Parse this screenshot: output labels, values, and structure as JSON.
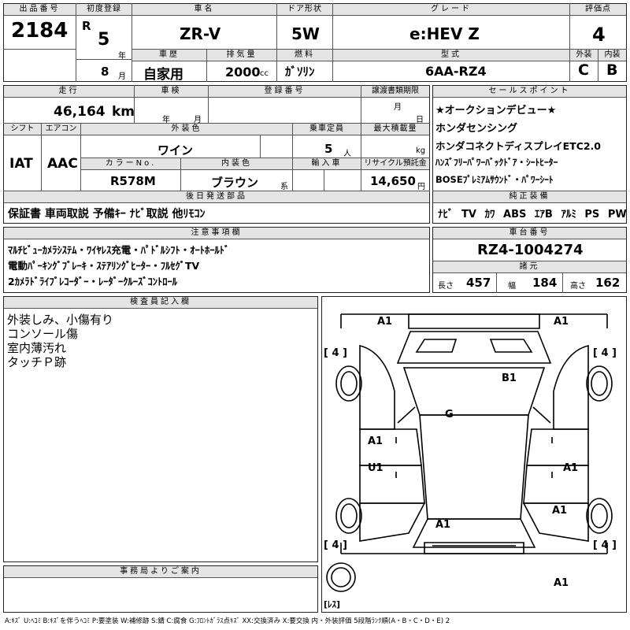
{
  "header": {
    "lot_label": "出品番号",
    "lot_no": "2184",
    "first_reg_label": "初度登録",
    "era": "R",
    "year": "5",
    "year_unit": "年",
    "month": "8",
    "month_unit": "月",
    "car_name_label": "車名",
    "car_name": "ZR-V",
    "history_label": "車歴",
    "history": "自家用",
    "displacement_label": "排気量",
    "displacement": "2000",
    "displacement_unit": "cc",
    "door_label": "ドア形状",
    "door": "5W",
    "fuel_label": "燃料",
    "fuel": "ｶﾞｿﾘﾝ",
    "grade_label": "グレード",
    "grade": "e:HEV Z",
    "model_label": "型式",
    "model": "6AA-RZ4",
    "score_label": "評価点",
    "score": "4",
    "ext_label": "外装",
    "int_label": "内装",
    "ext": "C",
    "int": "B"
  },
  "row2": {
    "mileage_label": "走行",
    "mileage": "46,164",
    "mileage_unit": "km",
    "inspection_label": "車検",
    "insp_year": "年",
    "insp_month": "月",
    "plate_label": "登録番号",
    "transfer_label": "譲渡書類期限",
    "transfer_month": "月",
    "transfer_day": "日",
    "shift_label": "シフト",
    "shift": "IAT",
    "ac_label": "エアコン",
    "ac": "AAC",
    "ext_color_label": "外装色",
    "ext_color": "ワイン",
    "color_no_label": "カラーNo.",
    "color_no": "R578M",
    "int_color_label": "内装色",
    "int_color": "ブラウン",
    "int_color_unit": "系",
    "capacity_label": "乗車定員",
    "capacity": "5",
    "capacity_unit": "人",
    "load_label": "最大積載量",
    "load_unit": "kg",
    "import_label": "輸入車",
    "recycle_label": "リサイクル預託金",
    "recycle": "14,650",
    "recycle_unit": "円"
  },
  "later_parts": {
    "label": "後日発送部品",
    "value": "保証書 車両取説 予備ｷｰ ﾅﾋﾞ取説 他ﾘﾓｺﾝ"
  },
  "sales_points": {
    "label": "セールスポイント",
    "lines": [
      "★オークションデビュー★",
      "ホンダセンシング",
      "ホンダコネクトディスプレイETC2.0",
      "ﾊﾝｽﾞﾌﾘｰﾊﾟﾜｰﾊﾞｯｸﾄﾞｱ・ｼｰﾄﾋｰﾀｰ",
      "BOSEﾌﾟﾚﾐｱﾑｻｳﾝﾄﾞ・ﾊﾟﾜｰｼｰﾄ"
    ]
  },
  "equipment": {
    "label": "純正装備",
    "items": [
      "ﾅﾋﾞ",
      "TV",
      "ｶﾜ",
      "ABS",
      "ｴｱB",
      "ｱﾙﾐ",
      "PS",
      "PW"
    ]
  },
  "notes": {
    "label": "注意事項欄",
    "lines": [
      "ﾏﾙﾁﾋﾞｭｰｶﾒﾗｼｽﾃﾑ・ﾜｲﾔﾚｽ充電・ﾊﾟﾄﾞﾙｼﾌﾄ・ｵｰﾄﾎｰﾙﾄﾞ",
      "電動ﾊﾟｰｷﾝｸﾞﾌﾞﾚｰｷ・ｽﾃｱﾘﾝｸﾞﾋｰﾀｰ・ﾌﾙｾｸﾞTV",
      "2ｶﾒﾗﾄﾞﾗｲﾌﾞﾚｺｰﾀﾞｰ・ﾚｰﾀﾞｰｸﾙｰｽﾞｺﾝﾄﾛｰﾙ"
    ]
  },
  "chassis": {
    "label": "車台番号",
    "value": "RZ4-1004274",
    "dims_label": "諸元",
    "length_label": "長さ",
    "length": "457",
    "width_label": "幅",
    "width": "184",
    "height_label": "高さ",
    "height": "162"
  },
  "inspector": {
    "label": "検査員記入欄",
    "lines": [
      "外装しみ、小傷有り",
      "コンソール傷",
      "室内薄汚れ",
      "タッチＰ跡"
    ]
  },
  "office": {
    "label": "事務局よりご案内"
  },
  "diagram": {
    "marks": {
      "a1_fl": "A1",
      "a1_fr": "A1",
      "b1": "B1",
      "g": "G",
      "a1_left_door": "A1",
      "u1": "U1",
      "a1_right_door": "A1",
      "a1_rear_right": "A1",
      "a1_rear": "A1",
      "a1_bottom": "A1"
    },
    "tires": {
      "fl": "[ 4 ]",
      "fr": "[ 4 ]",
      "rl": "[ 4 ]",
      "rr": "[ 4 ]",
      "spare": "[ﾚｽ]"
    }
  },
  "legend": "A:ｷｽﾞ U:ﾍｺﾐ B:ｷｽﾞを伴うﾍｺﾐ P:要塗装 W:補修跡 S:錆 C:腐食 G:ﾌﾛﾝﾄｶﾞﾗｽ点ｷｽﾞ XX:交換済み X:要交換 内・外装評価 5段階ﾗﾝｸ順(A・B・C・D・E) 2"
}
